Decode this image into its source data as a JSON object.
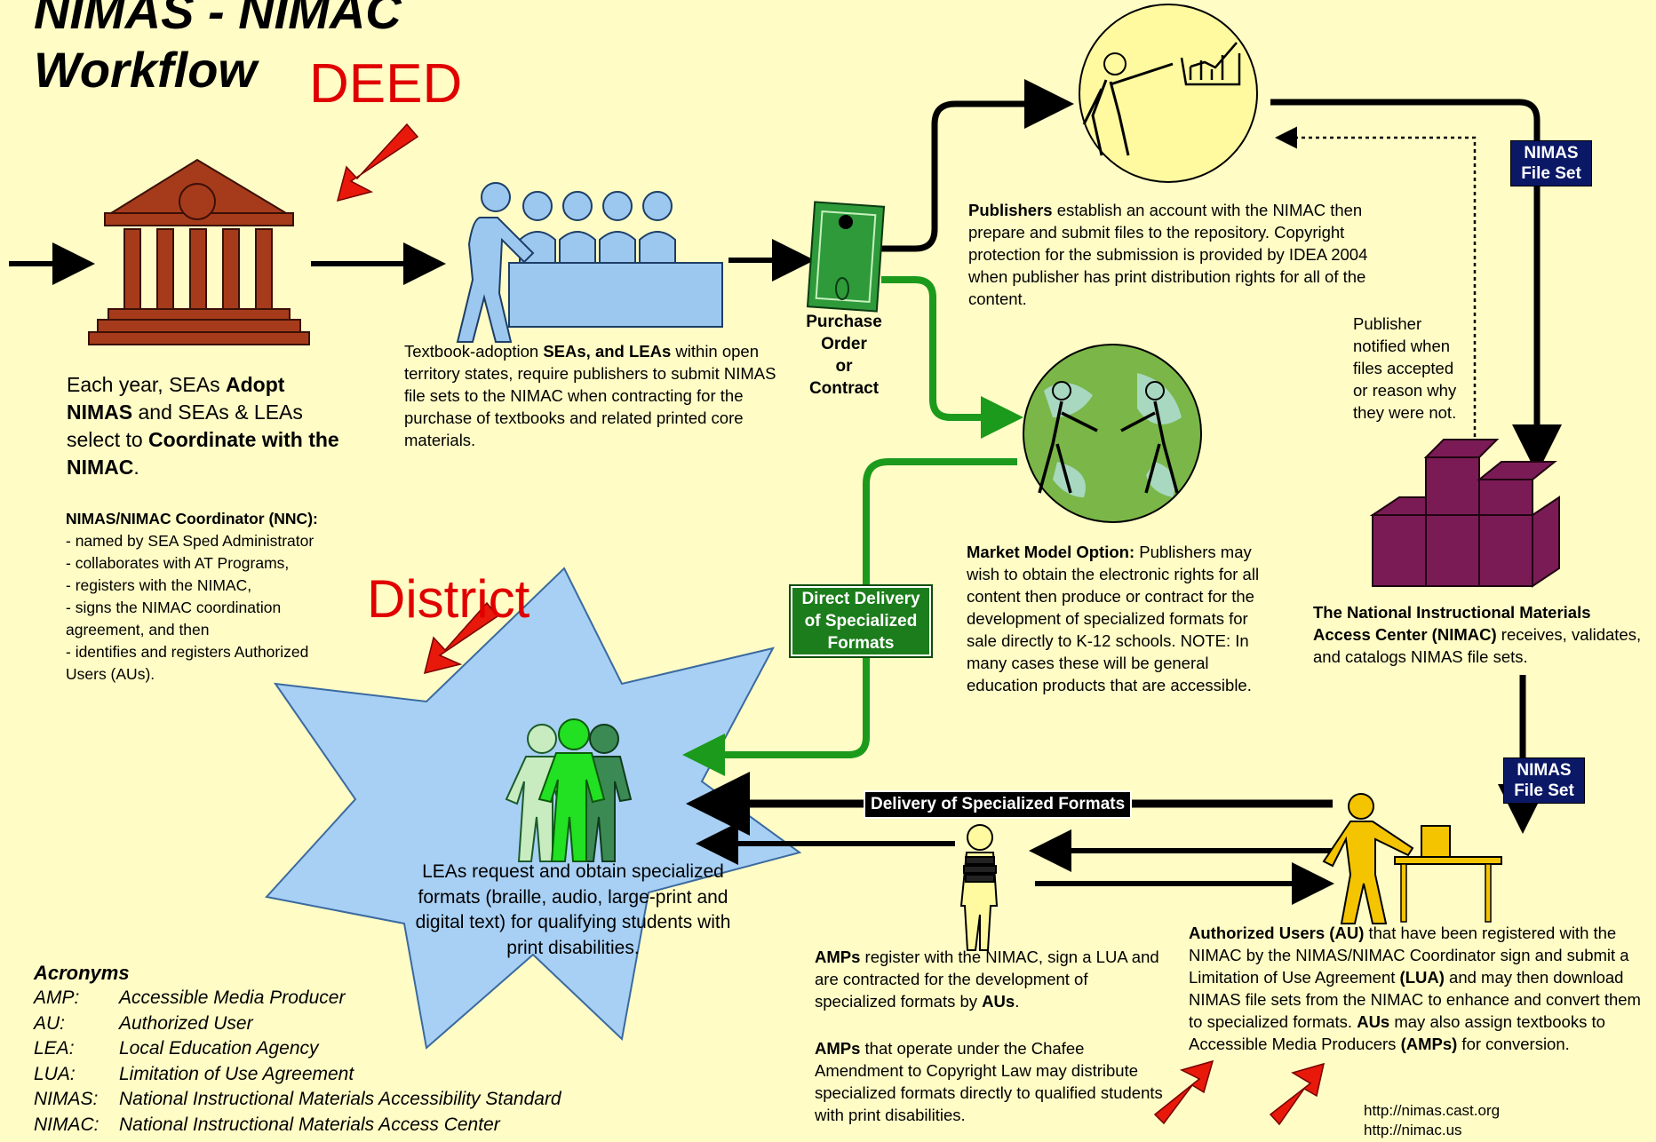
{
  "title": {
    "line1": "NIMAS - NIMAC",
    "line2": "Workflow"
  },
  "overlays": {
    "deed": "DEED",
    "district": "District"
  },
  "sea": {
    "lead": "Each year, SEAs ",
    "b1": "Adopt NIMAS",
    "mid": " and SEAs & LEAs select to ",
    "b2": "Coordinate with the NIMAC",
    "end": "."
  },
  "nnc": {
    "heading": "NIMAS/NIMAC Coordinator (NNC):",
    "items": [
      "- named by SEA Sped Administrator",
      "- collaborates with AT Programs,",
      "- registers with the NIMAC,",
      "- signs the NIMAC coordination agreement, and then",
      "- identifies and registers Authorized Users (AUs)."
    ]
  },
  "textbook": {
    "pre": "Textbook-adoption ",
    "bold": "SEAs, and LEAs",
    "post": " within open territory states, require publishers to submit NIMAS file sets to the NIMAC when contracting for the purchase of textbooks and related printed core materials."
  },
  "purchase": {
    "line1": "Purchase",
    "line2": "Order",
    "line3": "or",
    "line4": "Contract"
  },
  "publishers": {
    "bold": "Publishers",
    "text": " establish an account with the NIMAC then prepare and submit files to the repository. Copyright protection for the submission is provided by IDEA 2004 when publisher has print distribution rights for all of the content."
  },
  "notified": "Publisher notified when files accepted or reason why they were not.",
  "nimas_file_set": {
    "line1": "NIMAS",
    "line2": "File Set"
  },
  "market": {
    "bold": "Market Model Option:",
    "text": "  Publishers may wish to obtain the electronic rights for all content then produce or contract for the development of specialized formats for sale directly to K-12 schools.  NOTE: In many cases these will be general education products that are accessible."
  },
  "direct_delivery": {
    "line1": "Direct Delivery",
    "line2": "of Specialized",
    "line3": "Formats"
  },
  "nimac": {
    "bold": "The National Instructional Materials Access Center (NIMAC)",
    "text": " receives, validates, and catalogs NIMAS file sets."
  },
  "delivery_label": "Delivery of Specialized Formats",
  "leas": "LEAs request and obtain specialized formats (braille, audio, large-print and digital text) for qualifying students with print disabilities.",
  "amp1": {
    "bold": "AMPs",
    "text": " register with the NIMAC, sign a LUA and are contracted for the development of specialized formats by ",
    "bold2": "AUs",
    "end": "."
  },
  "amp2": {
    "bold": "AMPs",
    "text": " that operate under the Chafee Amendment to Copyright Law may distribute specialized formats directly to qualified students with print disabilities."
  },
  "au": {
    "bold": "Authorized Users (AU)",
    "text": " that have been registered with the NIMAC by the NIMAS/NIMAC Coordinator sign and submit a Limitation of Use Agreement ",
    "lua": "(LUA)",
    "text2": " and may then download NIMAS file sets from the NIMAC to enhance and convert them to specialized formats. ",
    "aus": "AUs",
    "text3": " may also assign textbooks to Accessible Media Producers ",
    "amps": "(AMPs)",
    "text4": " for conversion."
  },
  "acronyms": {
    "heading": "Acronyms",
    "items": [
      {
        "key": "AMP:",
        "value": "Accessible Media Producer"
      },
      {
        "key": "AU:",
        "value": "Authorized User"
      },
      {
        "key": "LEA:",
        "value": "Local Education Agency"
      },
      {
        "key": "LUA:",
        "value": "Limitation of Use Agreement"
      },
      {
        "key": "NIMAS:",
        "value": "National Instructional Materials Accessibility Standard"
      },
      {
        "key": "NIMAC:",
        "value": "National Instructional Materials Access Center"
      }
    ]
  },
  "links": [
    "http://nimas.cast.org",
    "http://nimac.us"
  ],
  "colors": {
    "background": "#fffcc6",
    "building": "#a63b1b",
    "people": "#9cc8f0",
    "green_flow": "#1c9a1c",
    "nimac_boxes": "#7a1b56",
    "star": "#a8d0f4",
    "red_overlay": "#e00000",
    "nimas_label": "#0a1866"
  }
}
